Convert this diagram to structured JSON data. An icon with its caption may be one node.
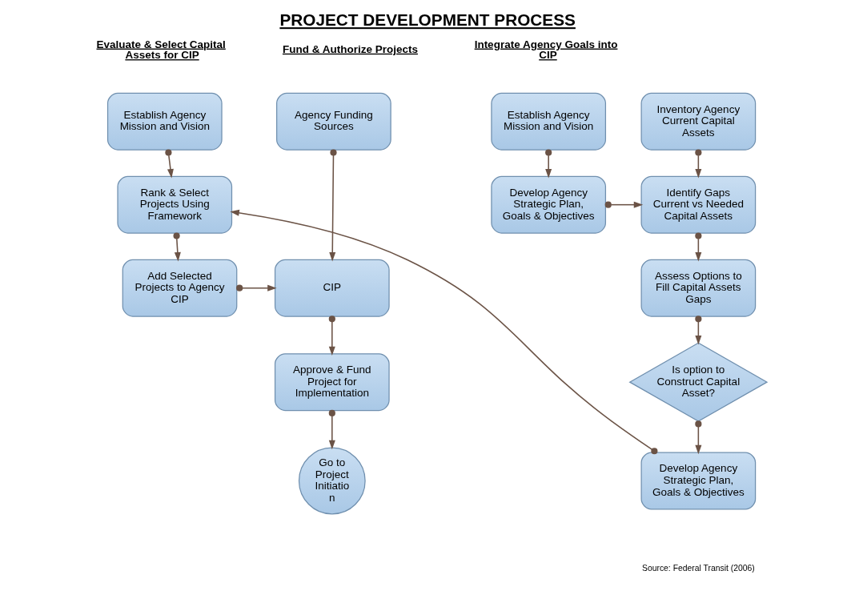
{
  "diagram": {
    "title": "PROJECT DEVELOPMENT PROCESS",
    "caption": "Source: Federal Transit (2006)",
    "nodes": [
      {
        "text": [
          "Establish Agency Mission and Vision"
        ]
      },
      {
        "text": [
          "Inventory Agency Current Capital Assets"
        ]
      },
      {
        "text": [
          "Establish Agency Mission and Vision"
        ]
      },
      {
        "text": [
          "Agency Funding Sources"
        ]
      },
      {
        "text": [
          "Develop Agency Strategic Plan, Goals & Objectives"
        ]
      },
      {
        "text": [
          "Identify Gaps Current vs Needed Capital Assets"
        ]
      },
      {
        "text": [
          "Rank & Select Projects Using Framework"
        ]
      },
      {
        "text": [
          "CIP"
        ]
      },
      {
        "text": [
          "Assess Options to Fill Capital Assets Gaps"
        ]
      },
      {
        "text": [
          "Add Selected Projects to Agency CIP"
        ]
      },
      {
        "text": [
          "Is option to Construct Capital Asset?"
        ]
      },
      {
        "text": [
          "Approve & Fund Project for Implementation"
        ]
      },
      {
        "text": [
          "Develop Agency Strategic Plan, Goals & Objectives"
        ]
      },
      {
        "text": [
          "Go to Project Initiatio n"
        ]
      }
    ],
    "edges": [
      {
        "from": 0,
        "to": 4,
        "arrow": "to"
      },
      {
        "from": 1,
        "to": 5,
        "arrow": "to"
      },
      {
        "from": 4,
        "to": 5,
        "arrow": "to"
      },
      {
        "from": 5,
        "to": 8,
        "arrow": "to"
      },
      {
        "from": 8,
        "to": 10,
        "arrow": "to"
      },
      {
        "from": 10,
        "to": 12,
        "arrow": "to"
      },
      {
        "from": 12,
        "to": 6,
        "arrow": "to"
      },
      {
        "from": 2,
        "to": 6,
        "arrow": "to"
      },
      {
        "from": 6,
        "to": 9,
        "arrow": "to"
      },
      {
        "from": 9,
        "to": 7,
        "arrow": "to"
      },
      {
        "from": 3,
        "to": 7,
        "arrow": "to"
      },
      {
        "from": 7,
        "to": 11,
        "arrow": "to"
      },
      {
        "from": 11,
        "to": 13,
        "arrow": "to"
      }
    ],
    "labels": [
      "Integrate Agency Goals into CIP",
      "Evaluate & Select Capital Assets for CIP",
      "Fund & Authorize Projects"
    ]
  }
}
